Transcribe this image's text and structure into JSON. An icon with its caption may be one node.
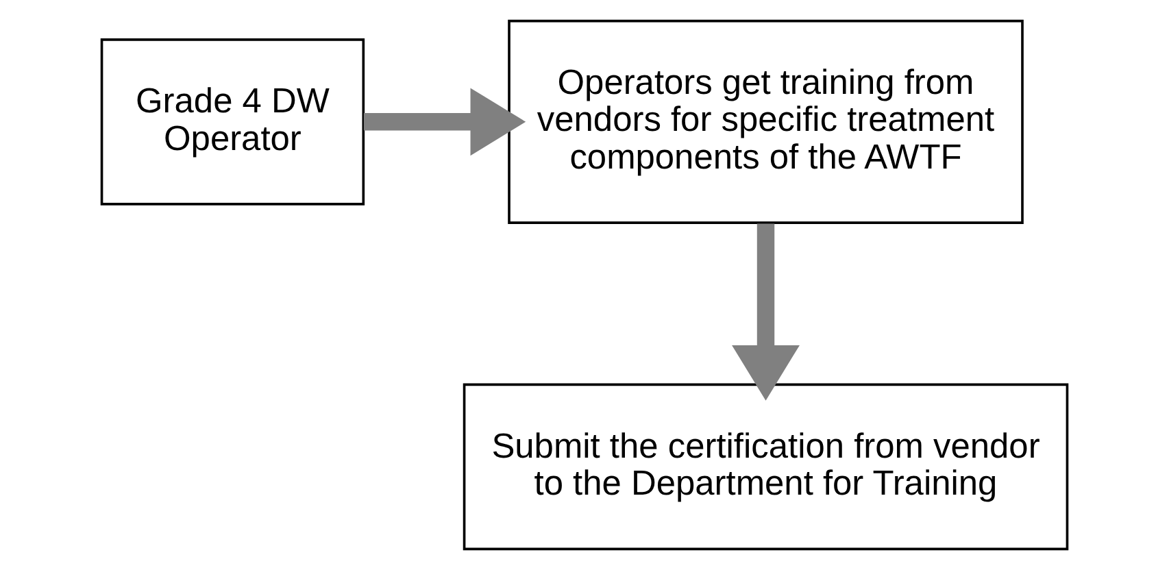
{
  "diagram": {
    "nodes": [
      {
        "text": [
          "Grade 4 DW Operator"
        ]
      },
      {
        "text": [
          "Operators get training from vendors for specific treatment components of the AWTF"
        ]
      },
      {
        "text": [
          "Submit the certification from vendor to the Department for Training"
        ]
      }
    ],
    "edges": [
      {
        "from": 0,
        "to": 1,
        "arrow": "to"
      },
      {
        "from": 1,
        "to": 2,
        "arrow": "to"
      }
    ]
  }
}
